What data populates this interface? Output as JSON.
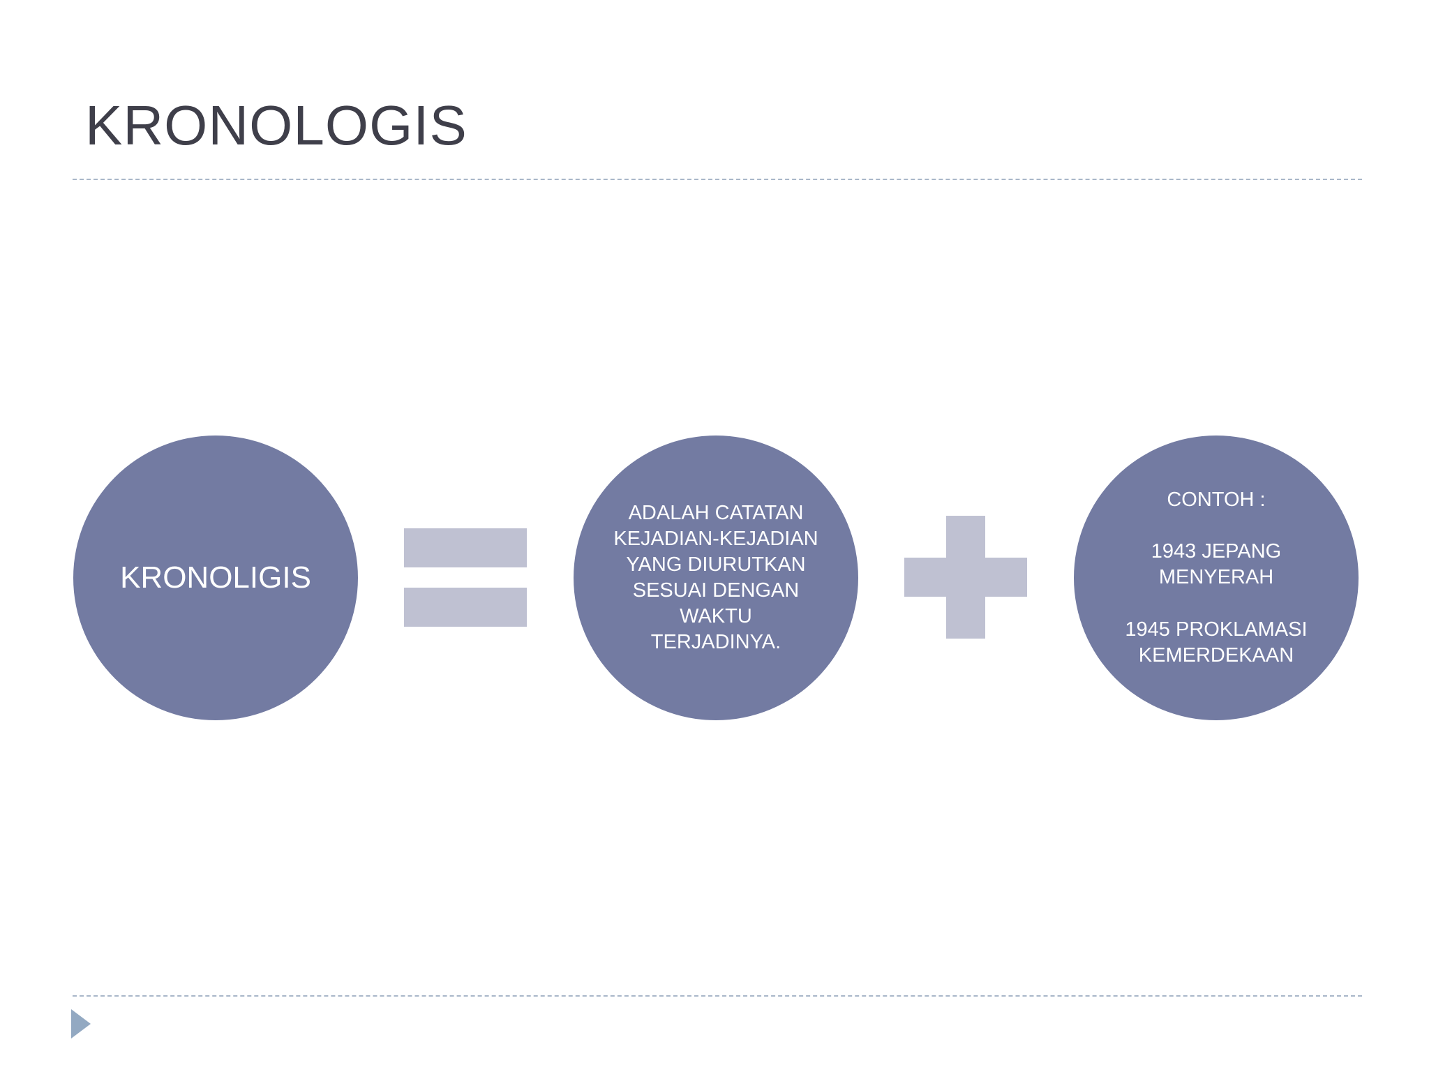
{
  "slide": {
    "title": "KRONOLOGIS"
  },
  "diagram": {
    "circles": [
      {
        "text": "KRONOLIGIS"
      },
      {
        "text": "ADALAH CATATAN\nKEJADIAN-KEJADIAN\nYANG DIURUTKAN\nSESUAI DENGAN\nWAKTU\nTERJADINYA."
      },
      {
        "text": "CONTOH :\n\n1943 JEPANG\nMENYERAH\n\n1945 PROKLAMASI\nKEMERDEKAAN"
      }
    ],
    "operators": [
      "equals-icon",
      "plus-icon"
    ]
  },
  "colors": {
    "circle_fill": "#737ba2",
    "operator_fill": "#bfc1d2",
    "title_text": "#3f3f4a",
    "divider": "#a9b7c9",
    "nav_arrow": "#93a9c2"
  },
  "navigation": {
    "next_icon": "play-arrow-icon"
  }
}
